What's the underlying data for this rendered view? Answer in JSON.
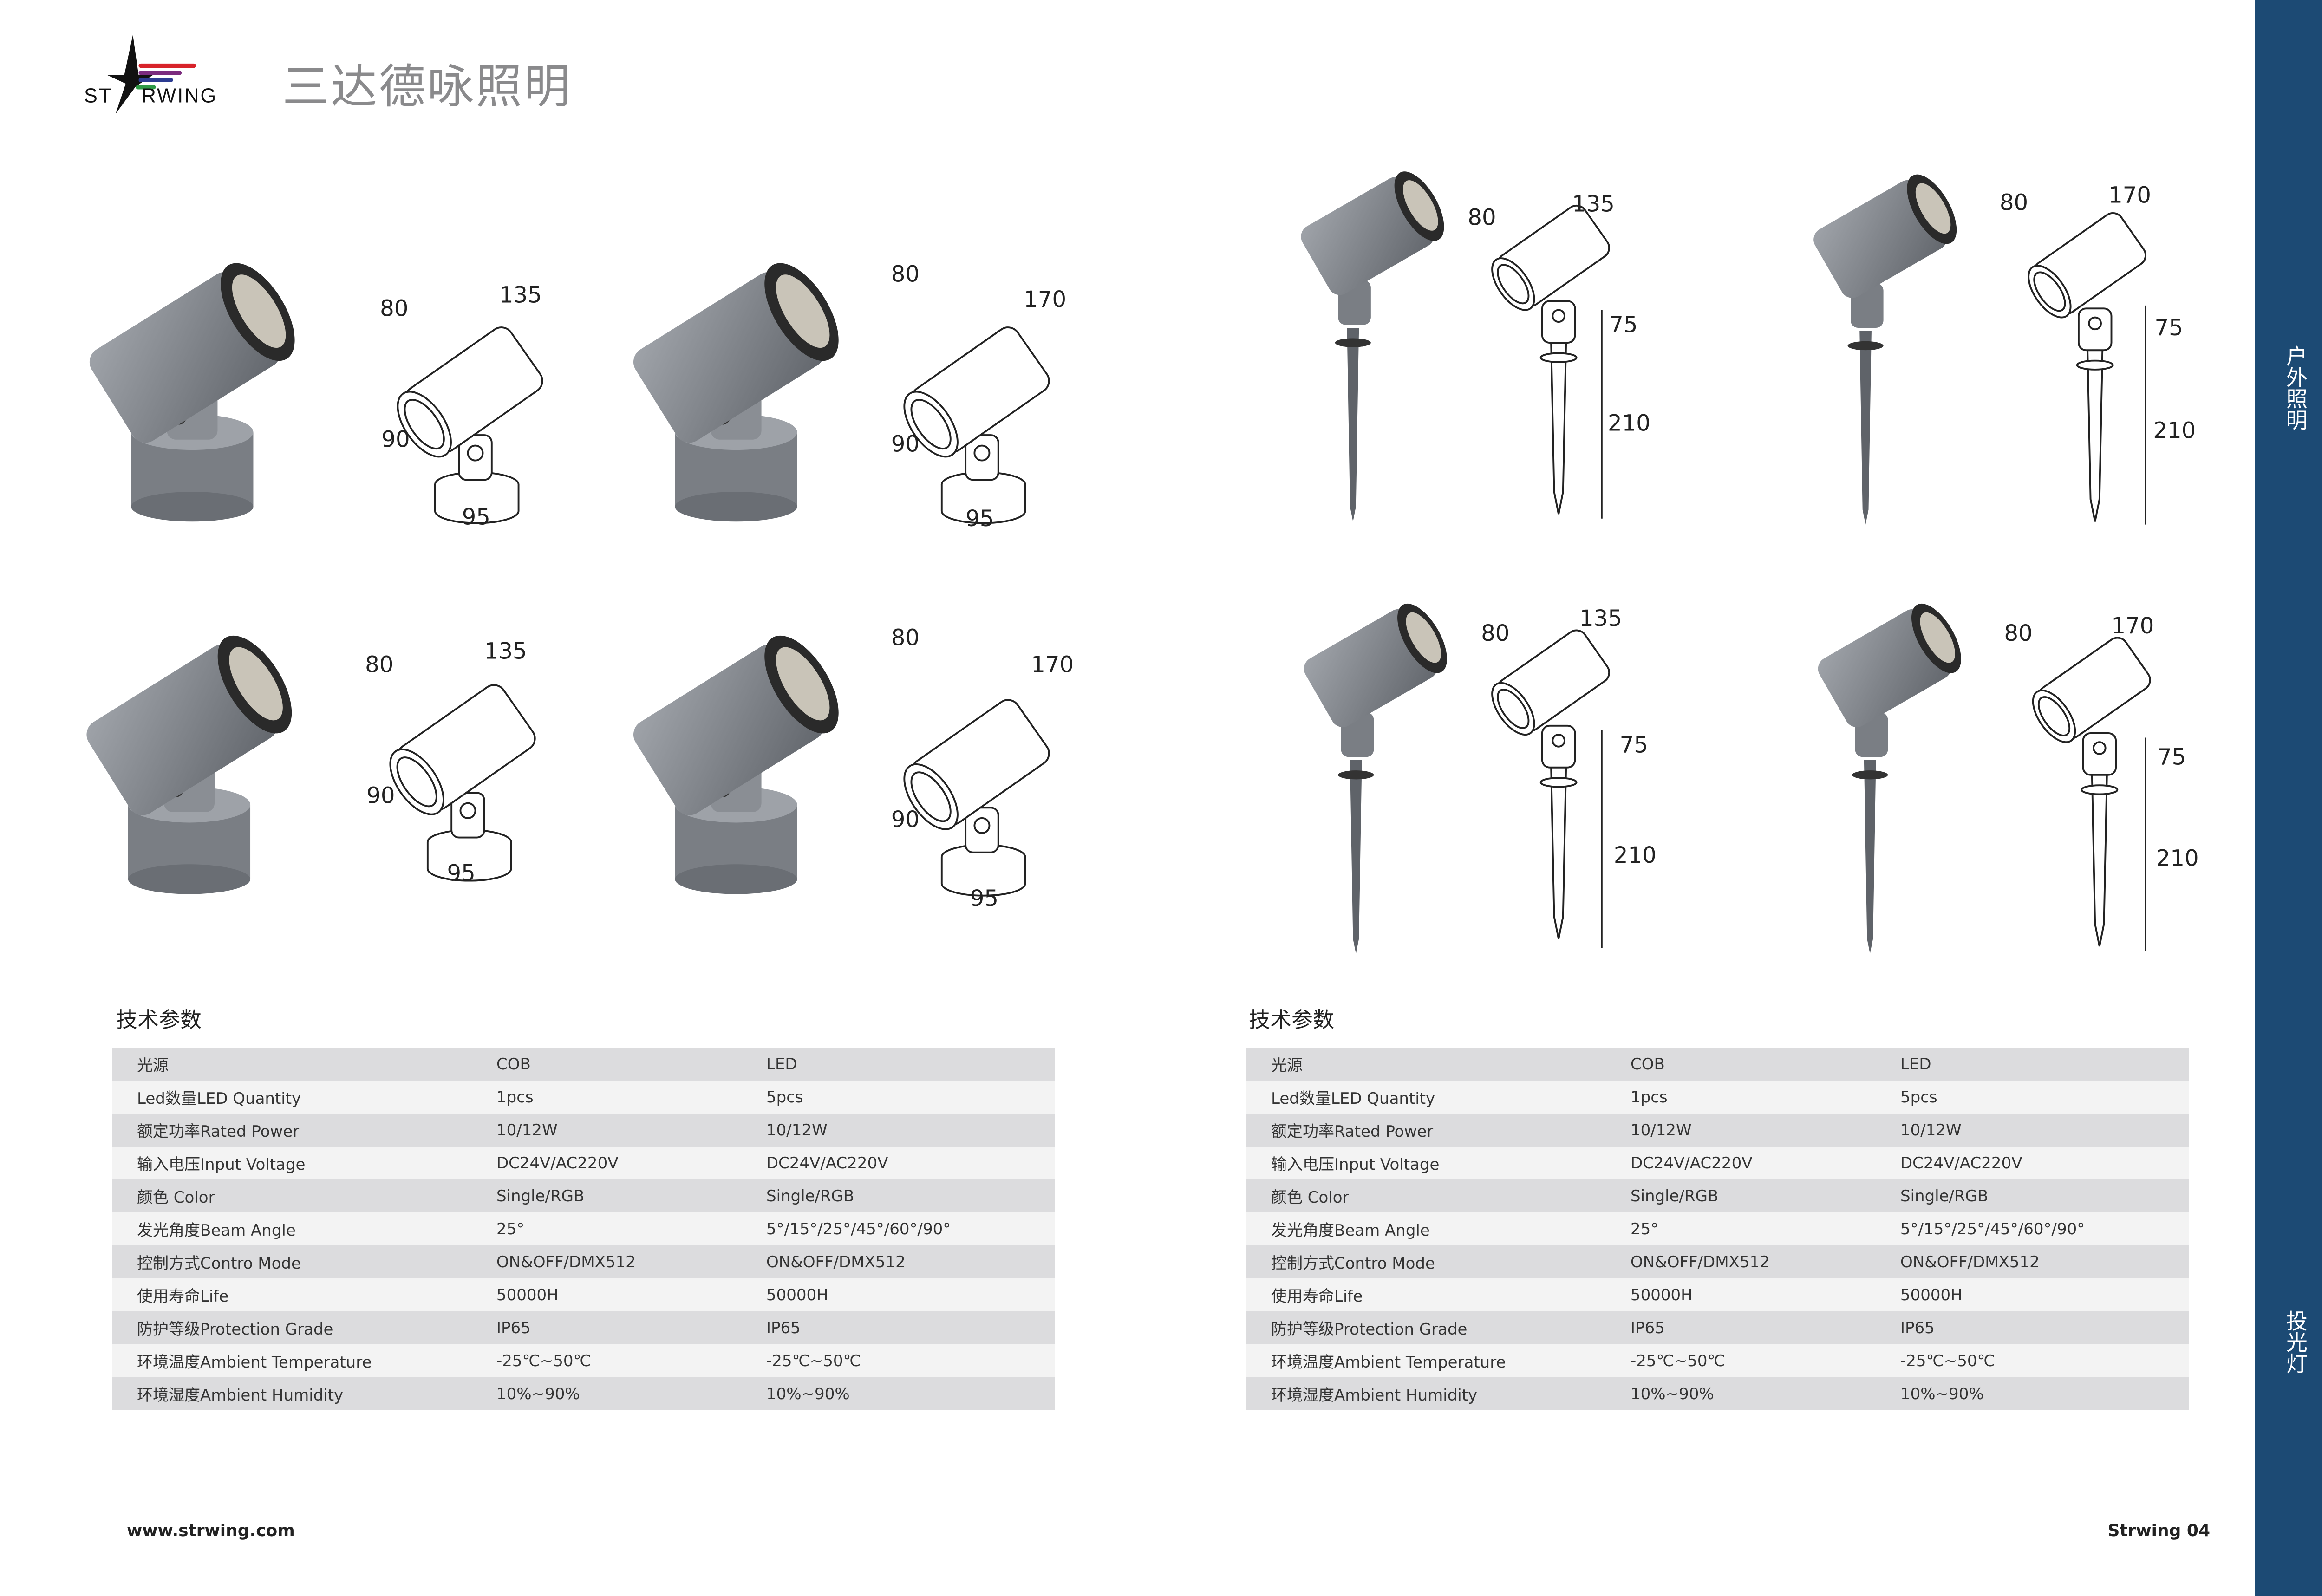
{
  "header": {
    "logo_text": "STARWING",
    "title": "三达德咏照明"
  },
  "sidebar": {
    "category": "户外照明",
    "product": "投光灯"
  },
  "drawings": {
    "d1": {
      "a": "80",
      "b": "135",
      "h": "90",
      "w": "95"
    },
    "d2": {
      "a": "80",
      "b": "170",
      "h": "90",
      "w": "95"
    },
    "d3": {
      "a": "80",
      "b": "135",
      "h": "90",
      "w": "95"
    },
    "d4": {
      "a": "80",
      "b": "170",
      "h": "90",
      "w": "95"
    },
    "d5": {
      "a": "80",
      "b": "135",
      "h": "75",
      "w": "210"
    },
    "d6": {
      "a": "80",
      "b": "170",
      "h": "75",
      "w": "210"
    },
    "d7": {
      "a": "80",
      "b": "135",
      "h": "75",
      "w": "210"
    },
    "d8": {
      "a": "80",
      "b": "170",
      "h": "75",
      "w": "210"
    }
  },
  "tables": [
    {
      "title": "技术参数",
      "rows": [
        [
          "光源",
          "COB",
          "LED"
        ],
        [
          "Led数量LED Quantity",
          "1pcs",
          "5pcs"
        ],
        [
          "额定功率Rated Power",
          "10/12W",
          "10/12W"
        ],
        [
          "输入电压Input Voltage",
          "DC24V/AC220V",
          "DC24V/AC220V"
        ],
        [
          "颜色 Color",
          "Single/RGB",
          "Single/RGB"
        ],
        [
          "发光角度Beam Angle",
          "25°",
          "5°/15°/25°/45°/60°/90°"
        ],
        [
          "控制方式Contro Mode",
          "ON&OFF/DMX512",
          "ON&OFF/DMX512"
        ],
        [
          "使用寿命Life",
          "50000H",
          "50000H"
        ],
        [
          "防护等级Protection Grade",
          "IP65",
          "IP65"
        ],
        [
          "环境温度Ambient Temperature",
          "-25℃~50℃",
          "-25℃~50℃"
        ],
        [
          "环境湿度Ambient Humidity",
          "10%~90%",
          "10%~90%"
        ]
      ]
    },
    {
      "title": "技术参数",
      "rows": [
        [
          "光源",
          "COB",
          "LED"
        ],
        [
          "Led数量LED Quantity",
          "1pcs",
          "5pcs"
        ],
        [
          "额定功率Rated Power",
          "10/12W",
          "10/12W"
        ],
        [
          "输入电压Input Voltage",
          "DC24V/AC220V",
          "DC24V/AC220V"
        ],
        [
          "颜色 Color",
          "Single/RGB",
          "Single/RGB"
        ],
        [
          "发光角度Beam Angle",
          "25°",
          "5°/15°/25°/45°/60°/90°"
        ],
        [
          "控制方式Contro Mode",
          "ON&OFF/DMX512",
          "ON&OFF/DMX512"
        ],
        [
          "使用寿命Life",
          "50000H",
          "50000H"
        ],
        [
          "防护等级Protection Grade",
          "IP65",
          "IP65"
        ],
        [
          "环境温度Ambient Temperature",
          "-25℃~50℃",
          "-25℃~50℃"
        ],
        [
          "环境湿度Ambient Humidity",
          "10%~90%",
          "10%~90%"
        ]
      ]
    }
  ],
  "footer": {
    "website": "www.strwing.com",
    "page": "Strwing 04"
  },
  "colors": {
    "sidebar": "#1c4a74",
    "lamp_body": "#7d8187",
    "row_dark": "#dcdcde",
    "row_light": "#f3f3f3"
  }
}
